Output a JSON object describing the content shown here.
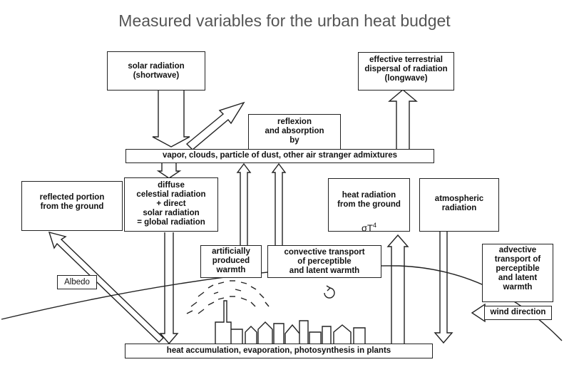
{
  "title": "Measured variables for the urban heat budget",
  "labels": {
    "solar": "solar radiation\n(shortwave)",
    "terrestrial": "effective terrestrial\ndispersal of radiation\n(longwave)",
    "reflexion": "reflexion\nand absorption\nby",
    "atmosphere_band": "vapor, clouds, particle of dust, other air stranger admixtures",
    "reflected": "reflected portion\nfrom the ground",
    "global": "diffuse\ncelestial radiation\n+ direct\nsolar radiation\n= global radiation",
    "heat_ground": "heat radiation\nfrom the ground",
    "sigma": "σT",
    "sigma_exp": "4",
    "atmospheric": "atmospheric\nradiation",
    "artificial": "artificially\nproduced\nwarmth",
    "convective": "convective transport\nof perceptible\nand latent warmth",
    "advective": "advective\ntransport of\nperceptible\nand latent\nwarmth",
    "wind": "wind direction",
    "albedo": "Albedo",
    "accumulation": "heat accumulation, evaporation, photosynthesis in plants"
  }
}
